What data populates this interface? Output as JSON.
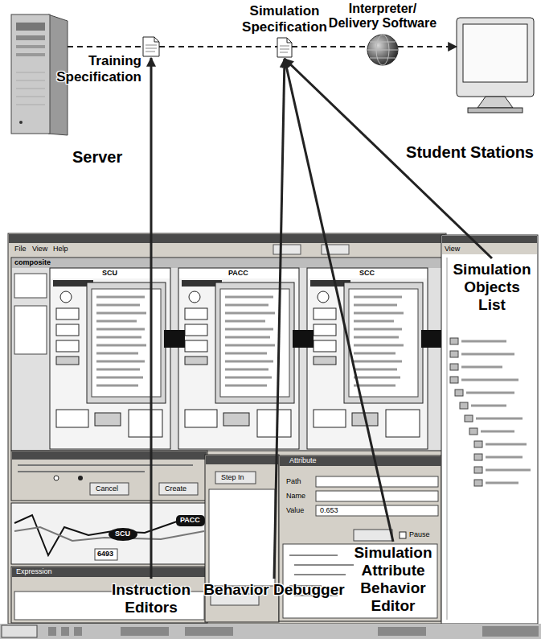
{
  "diagram": {
    "nodes": [
      {
        "text": [
          "Server"
        ]
      },
      {
        "text": [
          "Training Specification"
        ]
      },
      {
        "text": [
          "Simulation Specification"
        ]
      },
      {
        "text": [
          "Interpreter/ Delivery Software"
        ]
      },
      {
        "text": [
          "Student Stations"
        ]
      },
      {
        "text": [
          "Instruction Editors"
        ]
      },
      {
        "text": [
          "Behavior Debugger"
        ]
      },
      {
        "text": [
          "Simulation Attribute Behavior Editor"
        ]
      },
      {
        "text": [
          "Simulation Objects List"
        ]
      }
    ],
    "edges": [
      {
        "from": 0,
        "to": 1,
        "arrow": "none"
      },
      {
        "from": 1,
        "to": 2,
        "arrow": "none"
      },
      {
        "from": 2,
        "to": 3,
        "arrow": "none"
      },
      {
        "from": 3,
        "to": 4,
        "arrow": "to"
      },
      {
        "from": 5,
        "to": 1,
        "arrow": "to"
      },
      {
        "from": 6,
        "to": 2,
        "arrow": "to"
      },
      {
        "from": 7,
        "to": 2,
        "arrow": "to"
      },
      {
        "from": 8,
        "to": 2,
        "arrow": "to"
      }
    ],
    "labels": [
      "File",
      "View",
      "Help",
      "composite",
      "SCU",
      "PACC",
      "SCC",
      "Cancel",
      "Create",
      "SCU",
      "PACC",
      "6493",
      "Step In",
      "Path",
      "Name",
      "Value",
      "0.653",
      "Pause",
      "View",
      "Expression",
      "Attribute"
    ]
  }
}
